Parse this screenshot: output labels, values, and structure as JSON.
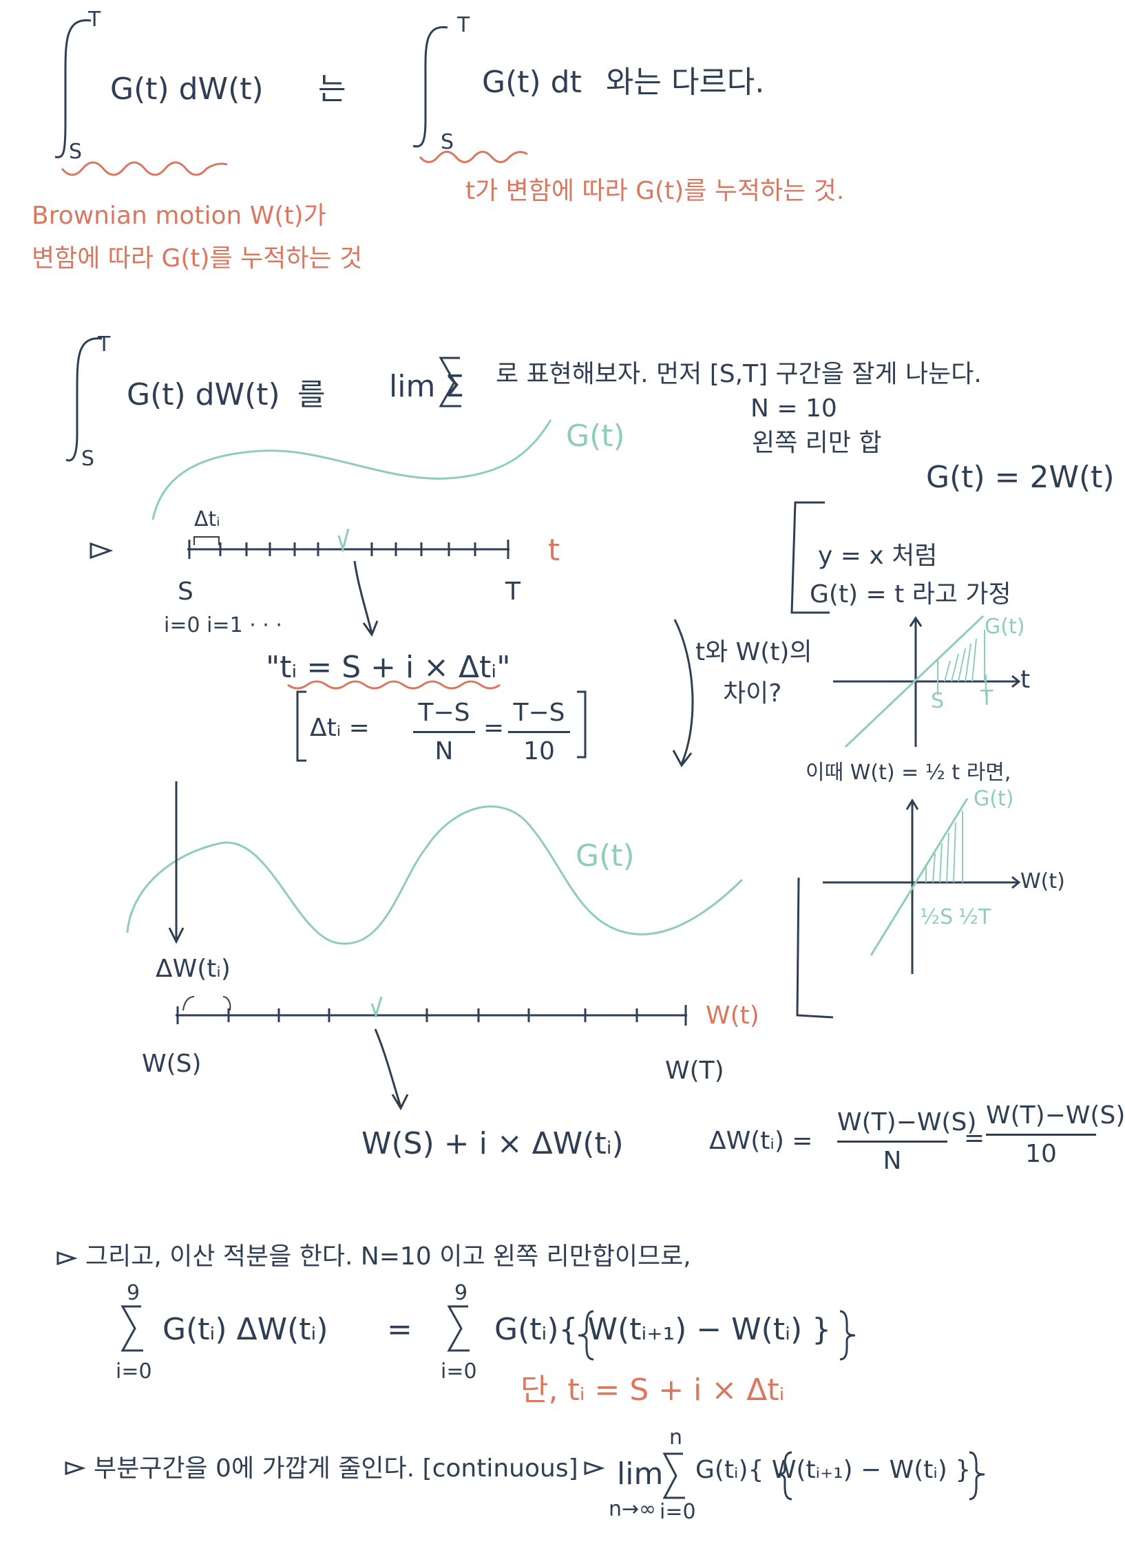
{
  "sec1": {
    "integral_lower": "S",
    "integral_upper": "T",
    "integrand_dw": "G(t) dW(t)",
    "particle_neun": "는",
    "integrand_dt": "G(t) dt",
    "wa_differs": "와는 다르다.",
    "dt_note": "t가 변함에 따라 G(t)를 누적하는 것.",
    "dw_note_line1": "Brownian motion W(t)가",
    "dw_note_line2": "변함에 따라 G(t)를 누적하는 것"
  },
  "sec2": {
    "integrand": "G(t) dW(t)",
    "reul": "를",
    "lim_sum": "lim Σ",
    "intro_text": "로 표현해보자. 먼저 [S,T] 구간을 잘게 나눈다.",
    "n_value": "N = 10",
    "left_riemann": "왼쪽 리만 합",
    "g_equals": "G(t) = 2W(t)",
    "g_curve_label": "G(t)",
    "dt_i_label": "Δtᵢ",
    "t_axis_label": "t",
    "s_label": "S",
    "t_end_label": "T",
    "index_labels": "i=0   i=1   · · ·",
    "ti_formula": "\"tᵢ = S + i × Δtᵢ\"",
    "dti_lhs": "Δtᵢ =",
    "dti_frac1_num": "T−S",
    "dti_frac1_den": "N",
    "dti_frac2_num": "T−S",
    "dti_frac2_den": "10",
    "side_y_line1": "y = x 처럼",
    "side_y_line2": "G(t) = t 라고 가정",
    "diff_question_1": "t와 W(t)의",
    "diff_question_2": "차이?",
    "graph1_g": "G(t)",
    "graph1_axis": "t",
    "graph1_s": "S",
    "graph1_t": "T",
    "when_w": "이때 W(t) = ½ t 라면,",
    "graph2_g": "G(t)",
    "graph2_axis": "W(t)",
    "graph2_s": "½S",
    "graph2_t": "½T",
    "wave_label": "G(t)",
    "dw_label": "ΔW(tᵢ)",
    "w_axis_label": "W(t)",
    "ws_label": "W(S)",
    "wt_label": "W(T)",
    "w_formula": "W(S) + i × ΔW(tᵢ)",
    "dw_lhs": "ΔW(tᵢ) =",
    "dw_frac1_num": "W(T)−W(S)",
    "dw_frac1_den": "N",
    "dw_frac2_num": "W(T)−W(S)",
    "dw_frac2_den": "10"
  },
  "sec3": {
    "discrete_text": "그리고, 이산 적분을 한다. N=10 이고 왼쪽 리만합이므로,",
    "sum_upper": "9",
    "sum_lower": "i=0",
    "lhs_term": "G(tᵢ) ΔW(tᵢ)",
    "equals": "=",
    "rhs_term": "G(tᵢ){ W(tᵢ₊₁) − W(tᵢ) }",
    "condition": "단, tᵢ = S + i × Δtᵢ",
    "continuous_text": "부분구간을 0에 가깝게 줄인다. [continuous]",
    "lim": "lim",
    "lim_sub": "n→∞",
    "lim_upper": "n",
    "lim_lower": "i=0",
    "lim_term": "G(tᵢ){ W(tᵢ₊₁) − W(tᵢ) }"
  },
  "colors": {
    "ink": "#2e3f55",
    "annotation": "#d9775f",
    "curve": "#8ecdb8"
  }
}
